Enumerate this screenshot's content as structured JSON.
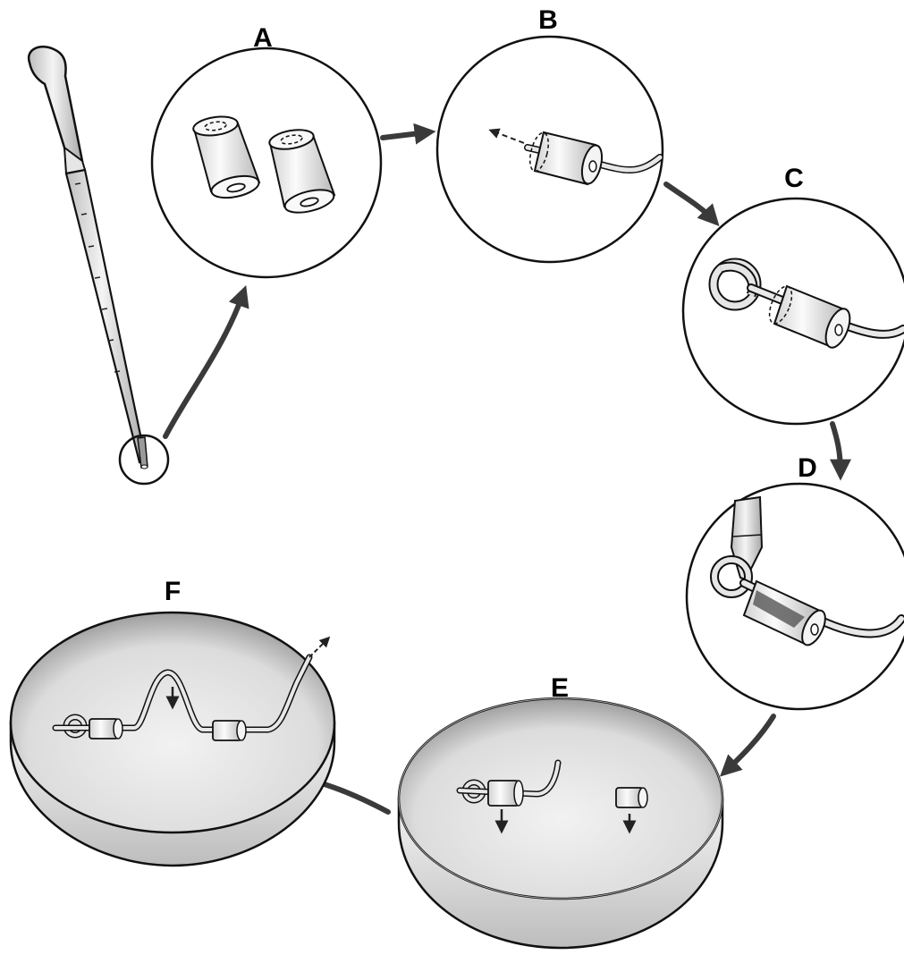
{
  "steps": {
    "a": {
      "label": "A"
    },
    "b": {
      "label": "B"
    },
    "c": {
      "label": "C"
    },
    "d": {
      "label": "D"
    },
    "e": {
      "label": "E"
    },
    "f": {
      "label": "F"
    }
  }
}
